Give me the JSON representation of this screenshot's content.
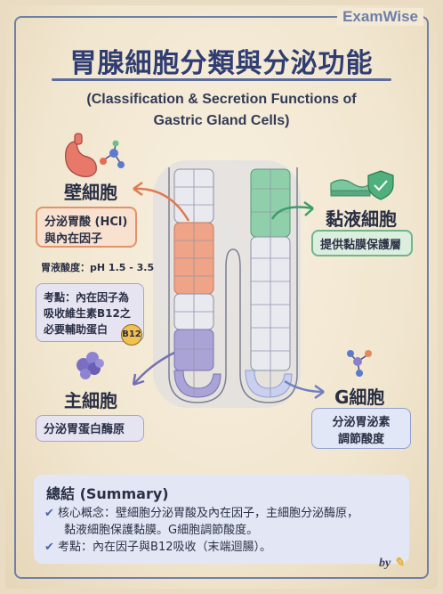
{
  "brand": "ExamWise",
  "title": "胃腺細胞分類與分泌功能",
  "subtitle": {
    "line1": "(Classification & Secretion Functions of",
    "line2": "Gastric Gland Cells)"
  },
  "parietal": {
    "name": "壁細胞",
    "secretion_line1": "分泌胃酸 (HCl)",
    "secretion_line2": "與內在因子",
    "ph_note": "胃液酸度：pH 1.5 - 3.5",
    "exam_line1": "考點：內在因子為",
    "exam_line2": "吸收維生素B12之",
    "exam_line3": "必要輔助蛋白",
    "badge": "B12",
    "colors": {
      "accent": "#e2936a",
      "fill": "#f9e1cf"
    }
  },
  "chief": {
    "name": "主細胞",
    "secretion": "分泌胃蛋白酶原",
    "colors": {
      "accent": "#8a7fc4",
      "fill": "#e7e4f2"
    }
  },
  "mucous": {
    "name": "黏液細胞",
    "secretion": "提供黏膜保護層",
    "colors": {
      "accent": "#5fae86",
      "fill": "#dcefdf"
    }
  },
  "g_cell": {
    "name": "G細胞",
    "secretion_line1": "分泌胃泌素",
    "secretion_line2": "調節酸度",
    "colors": {
      "accent": "#6f7fc0",
      "fill": "#e1e7f6"
    }
  },
  "icons": [
    "stomach-icon",
    "molecule-icon",
    "mucosa-icon",
    "shield-check-icon",
    "enzyme-icon",
    "molecule-icon"
  ],
  "summary": {
    "heading": "總結 (Summary)",
    "point1_line1": "核心概念：壁細胞分泌胃酸及內在因子，主細胞分泌酶原，",
    "point1_line2": "黏液細胞保護黏膜。G細胞調節酸度。",
    "point2": "考點：內在因子與B12吸收（末端迴腸）。"
  },
  "signature": "by"
}
